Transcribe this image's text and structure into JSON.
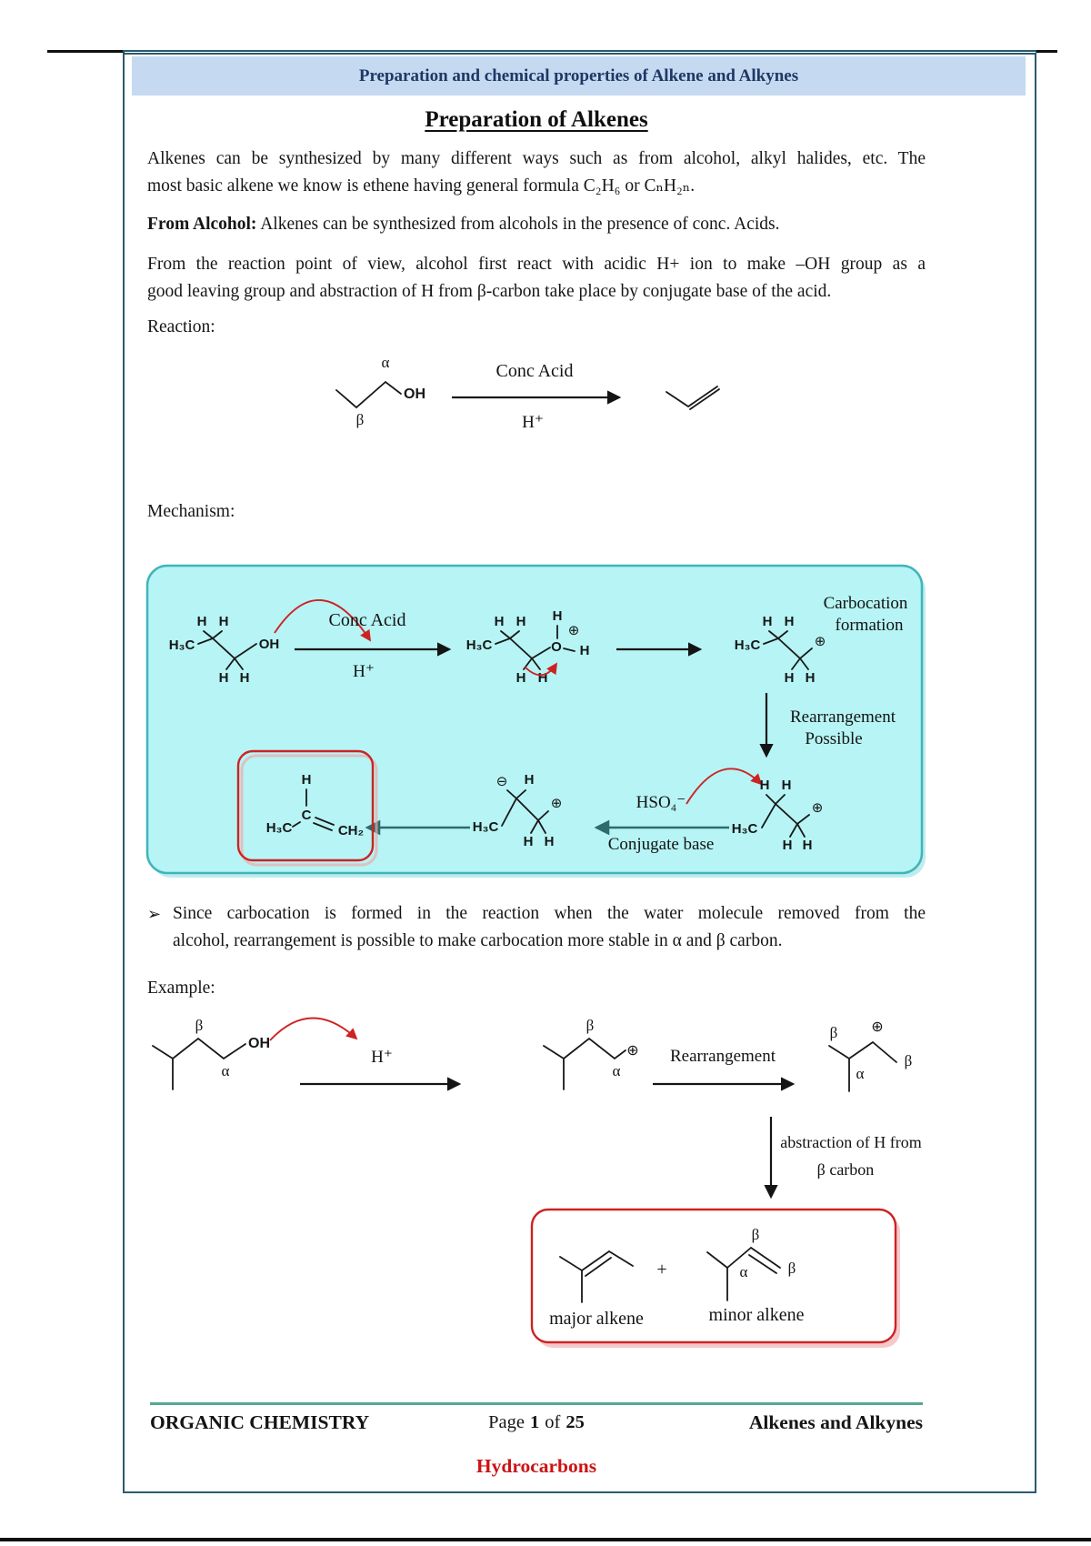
{
  "page": {
    "header_title": "Preparation and chemical properties of Alkene and Alkynes",
    "section_title": "Preparation of Alkenes"
  },
  "intro": {
    "line1": "Alkenes can be synthesized by many different ways such as from alcohol, alkyl halides, etc. The",
    "line2": "most basic alkene we know is ethene having general formula C₂H₆ or CₙH₂ₙ."
  },
  "from_alcohol": {
    "label": "From Alcohol:",
    "text": " Alkenes can be synthesized from alcohols in the presence of conc. Acids."
  },
  "mechanism_para": {
    "line1": "From the reaction point of view, alcohol first react with acidic H+ ion to make –OH group as a",
    "line2": "good leaving group and abstraction of H from β-carbon take place by conjugate base of the acid."
  },
  "section_labels": {
    "reaction": "Reaction:",
    "mechanism": "Mechanism:",
    "example": "Example:"
  },
  "bullet": {
    "marker": "➢",
    "line1": "Since carbocation is formed in the reaction when the water molecule removed from the",
    "line2": "alcohol, rearrangement is possible to make carbocation more stable in α and β carbon."
  },
  "atoms": {
    "h": "H",
    "h3c": "H₃C",
    "oh": "OH",
    "o": "O",
    "c": "C",
    "ch2": "CH₂",
    "plus_charge": "⊕",
    "minus_charge": "⊖"
  },
  "greek": {
    "alpha": "α",
    "beta": "β"
  },
  "labels": {
    "conc_acid": "Conc Acid",
    "h_plus": "H⁺",
    "carbocation_line1": "Carbocation",
    "carbocation_line2": "formation",
    "rearrangement_line1": "Rearrangement",
    "rearrangement_line2": "Possible",
    "hso4": "HSO₄⁻",
    "conjugate_base": "Conjugate base",
    "rearrangement": "Rearrangement",
    "abstraction_line1": "abstraction of H from",
    "abstraction_line2": "β carbon",
    "plus_sign": "+",
    "major_alkene": "major alkene",
    "minor_alkene": "minor alkene"
  },
  "footer": {
    "left": "ORGANIC CHEMISTRY",
    "page_word": "Page",
    "page_number": "1",
    "of_word": "of",
    "page_total": "25",
    "right": "Alkenes and Alkynes",
    "chapter": "Hydrocarbons"
  },
  "colors": {
    "frame_border": "#2a5a70",
    "header_band": "#c5d9f1",
    "header_text": "#1f3864",
    "mechanism_box_fill": "#b6f4f5",
    "mechanism_box_border": "#3fb5ba",
    "accent_red": "#cc2323",
    "teal_arrow": "#2f6b6b",
    "footer_line": "#55a893",
    "hydrocarbons_red": "#cc1414"
  }
}
